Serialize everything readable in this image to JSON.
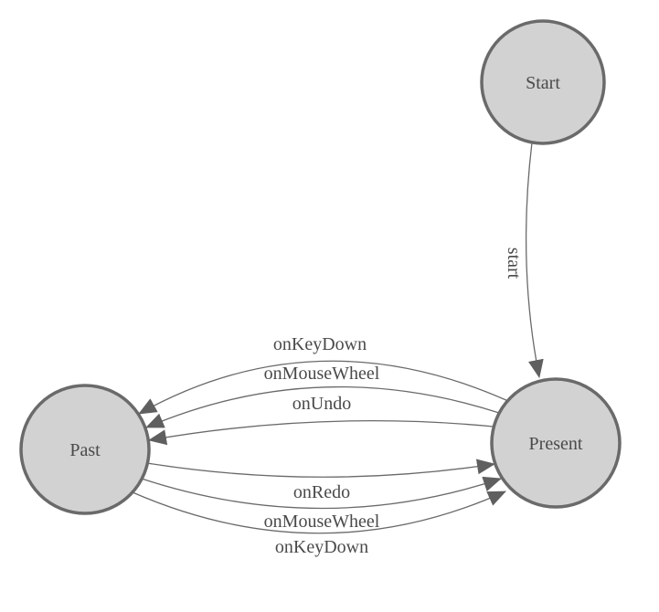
{
  "diagram": {
    "type": "state-machine",
    "colors": {
      "background": "#ffffff",
      "node_fill": "#d2d2d2",
      "node_stroke": "#6a6a6a",
      "edge_stroke": "#6a6a6a",
      "arrow_fill": "#5f5f5f",
      "label_text": "#4a4a4a"
    },
    "nodes": [
      {
        "id": "start",
        "label": "Start"
      },
      {
        "id": "present",
        "label": "Present"
      },
      {
        "id": "past",
        "label": "Past"
      }
    ],
    "edges": [
      {
        "from": "Start",
        "to": "Present",
        "label": "start"
      },
      {
        "from": "Present",
        "to": "Past",
        "label": "onKeyDown"
      },
      {
        "from": "Present",
        "to": "Past",
        "label": "onMouseWheel"
      },
      {
        "from": "Present",
        "to": "Past",
        "label": "onUndo"
      },
      {
        "from": "Past",
        "to": "Present",
        "label": "onRedo"
      },
      {
        "from": "Past",
        "to": "Present",
        "label": "onMouseWheel"
      },
      {
        "from": "Past",
        "to": "Present",
        "label": "onKeyDown"
      }
    ]
  }
}
